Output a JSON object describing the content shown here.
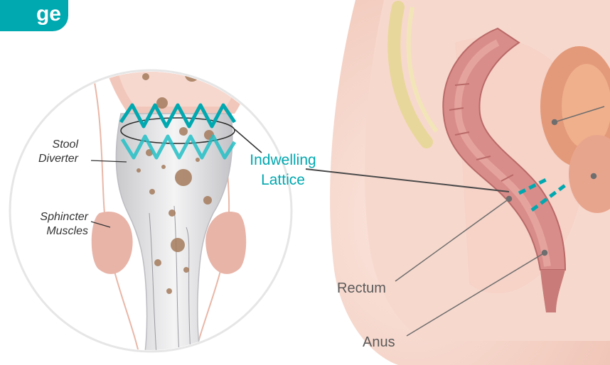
{
  "header_tab": {
    "text": "ge"
  },
  "labels": {
    "stool_diverter": [
      "Stool",
      "Diverter"
    ],
    "sphincter_muscles": [
      "Sphincter",
      "Muscles"
    ],
    "indwelling_lattice": [
      "Indwelling",
      "Lattice"
    ],
    "rectum": "Rectum",
    "anus": "Anus"
  },
  "colors": {
    "accent_teal": "#00a8b0",
    "tissue_pink": "#e8b4a8",
    "colon_wall": "#d98d8a",
    "stool_brown": "#a47b5c"
  }
}
